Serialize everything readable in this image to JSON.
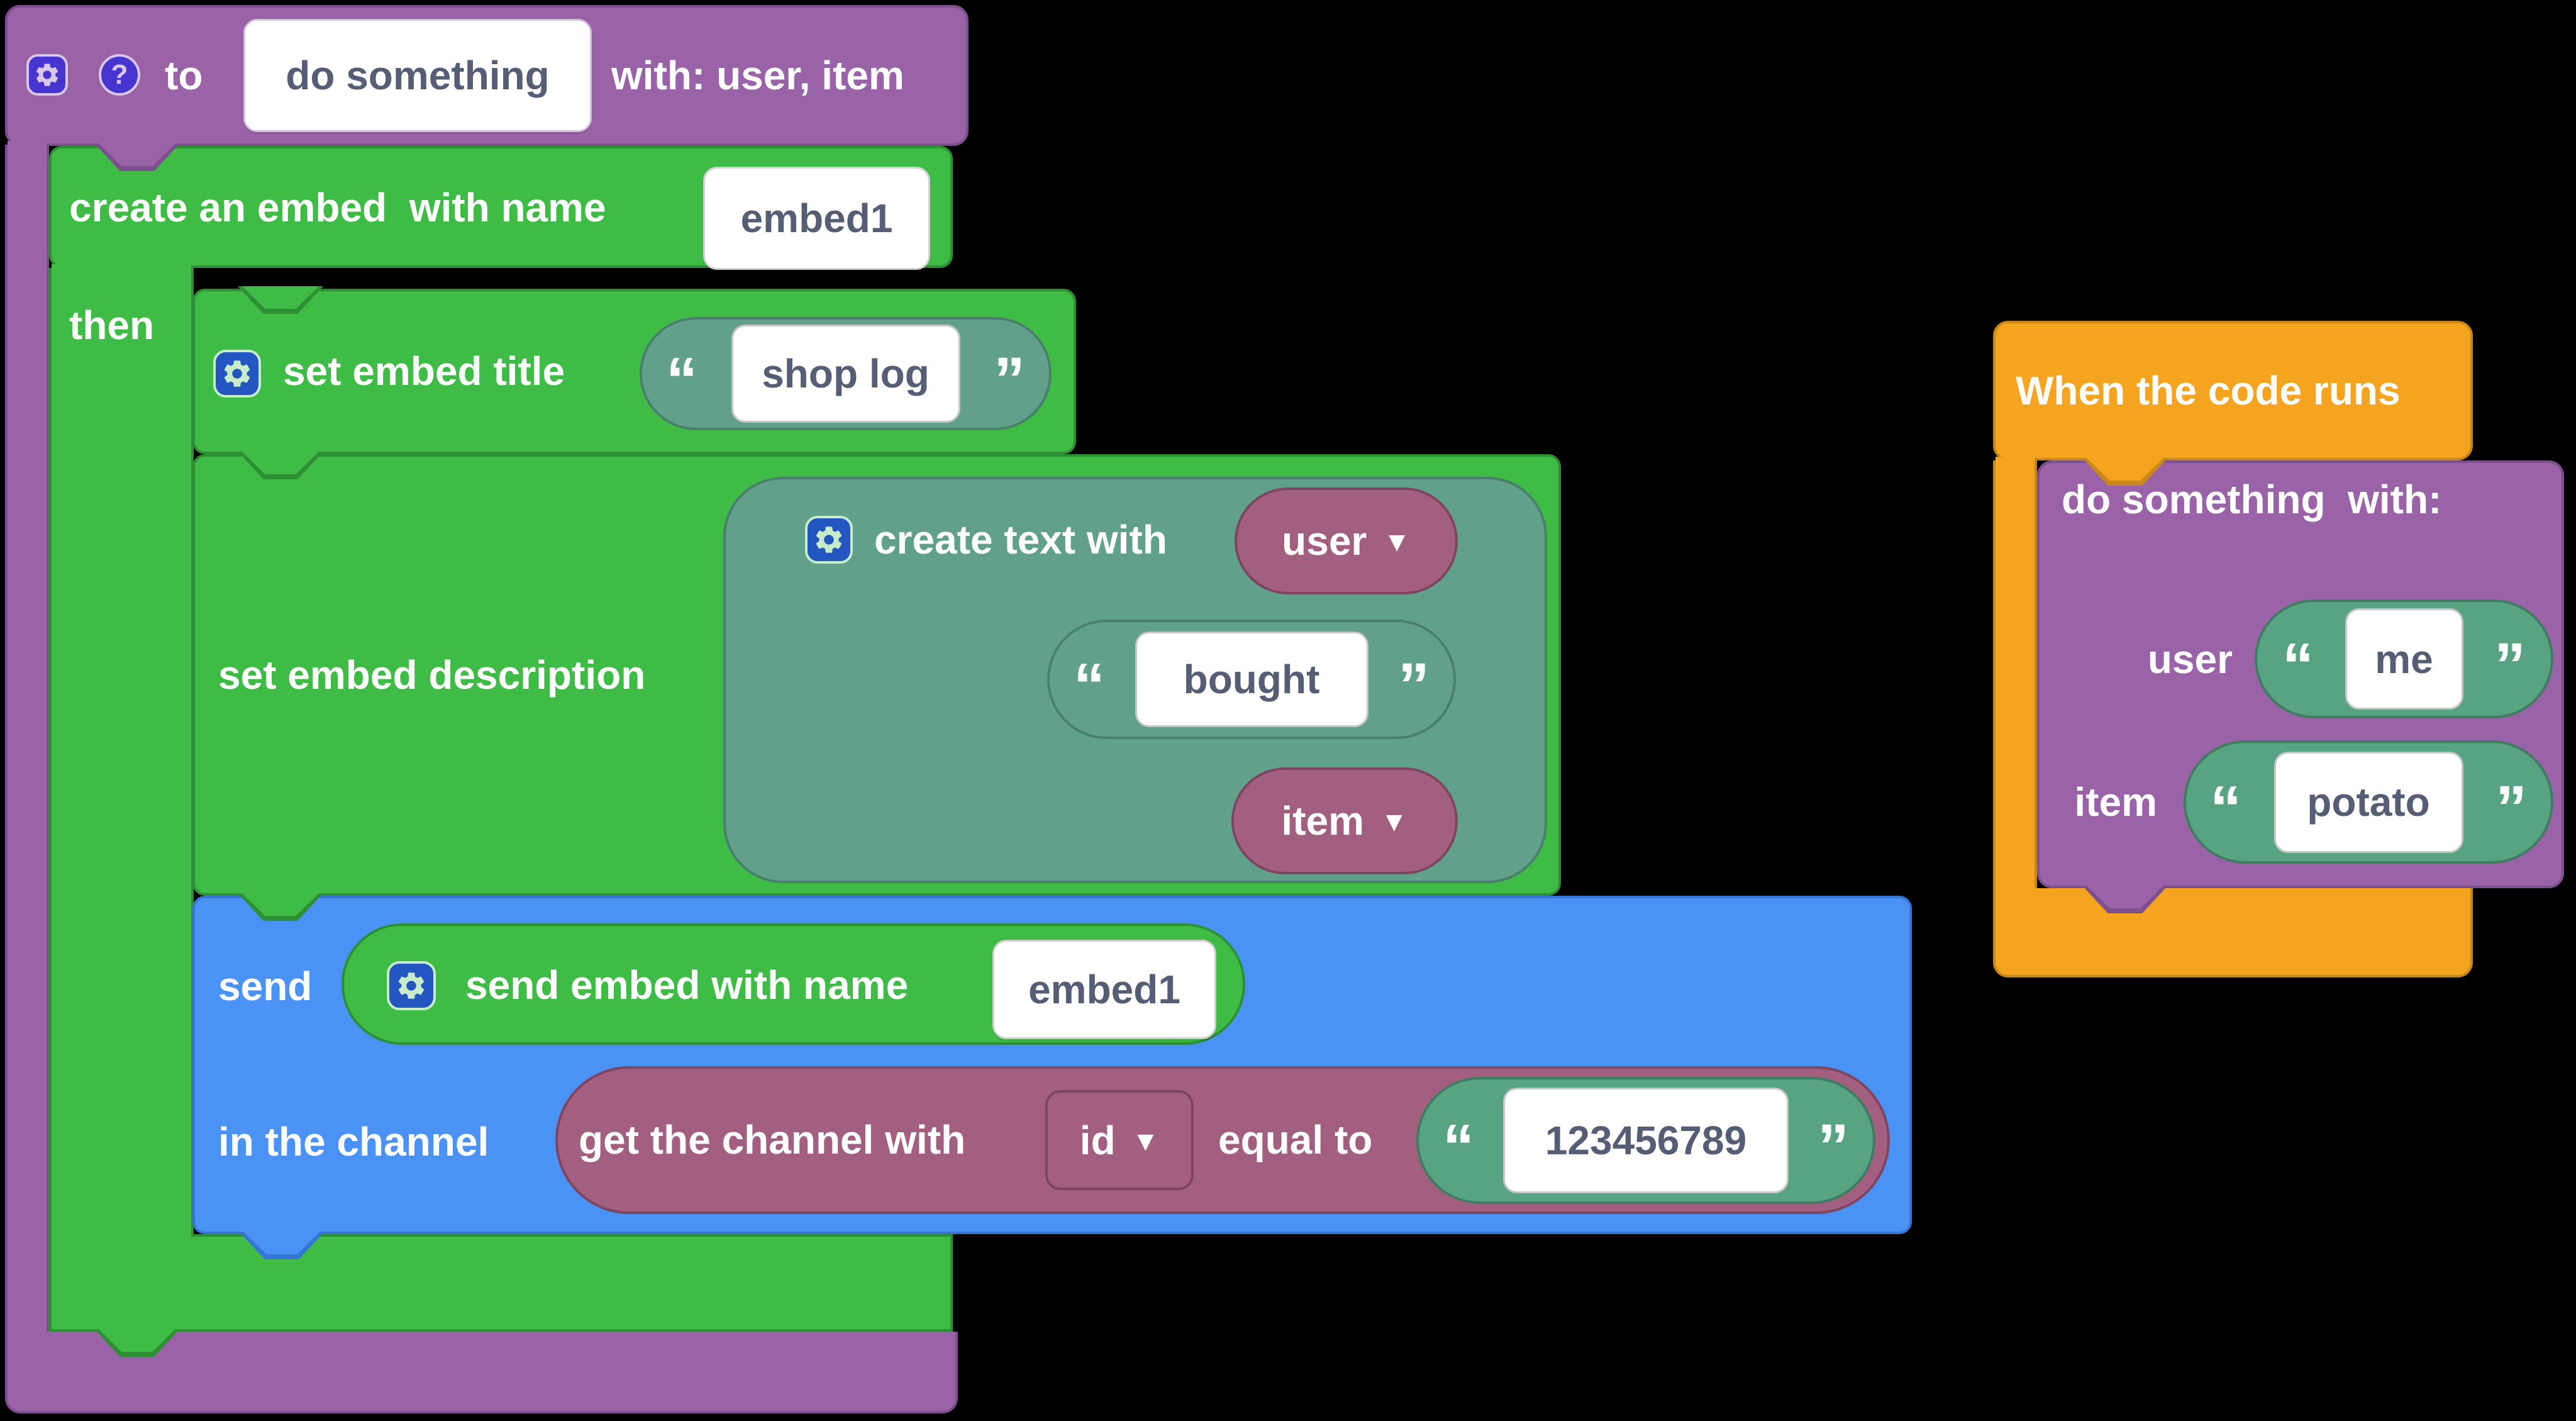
{
  "colors": {
    "background": "#000000",
    "purple": "#9a63a8",
    "purple_border": "#7d4f8d",
    "green": "#3ebc46",
    "green_border": "#2e8f35",
    "blue": "#4a92f4",
    "blue_border": "#3575d4",
    "orange": "#f4a41e",
    "orange_border": "#c98818",
    "maroon": "#a35f80",
    "maroon_border": "#7d4560",
    "teal": "#61a18c",
    "teal_border": "#4a7f6c",
    "teal_green": "#58a382",
    "teal_green_border": "#3f7d62",
    "field_text": "#565e75",
    "icon_blue": "#2456c2",
    "icon_indigo": "#4636cf"
  },
  "icons": {
    "dropdown_arrow": "▼",
    "question": "?",
    "gear": "gear"
  },
  "quotes": {
    "open": "“",
    "close": "”"
  },
  "define_block": {
    "prefix": "to",
    "name": "do something",
    "params": "with: user, item"
  },
  "create_embed_block": {
    "label": "create an embed  with name",
    "name": "embed1",
    "then": "then"
  },
  "set_title_block": {
    "label": "set embed title",
    "value": "shop log"
  },
  "set_description_block": {
    "label": "set embed description",
    "create_text_block": {
      "label": "create text with",
      "var1": "user",
      "text": "bought",
      "var2": "item"
    }
  },
  "send_block": {
    "label": "send",
    "embed_pill": {
      "label": "send embed with name",
      "value": "embed1"
    },
    "channel_label": "in the channel",
    "channel_pill": {
      "label": "get the channel with",
      "field": "id",
      "equal": "equal to",
      "value": "123456789"
    }
  },
  "when_block": {
    "label": "When the code runs",
    "call": {
      "label": "do something  with:",
      "arg1_name": "user",
      "arg1_value": "me",
      "arg2_name": "item",
      "arg2_value": "potato"
    }
  }
}
